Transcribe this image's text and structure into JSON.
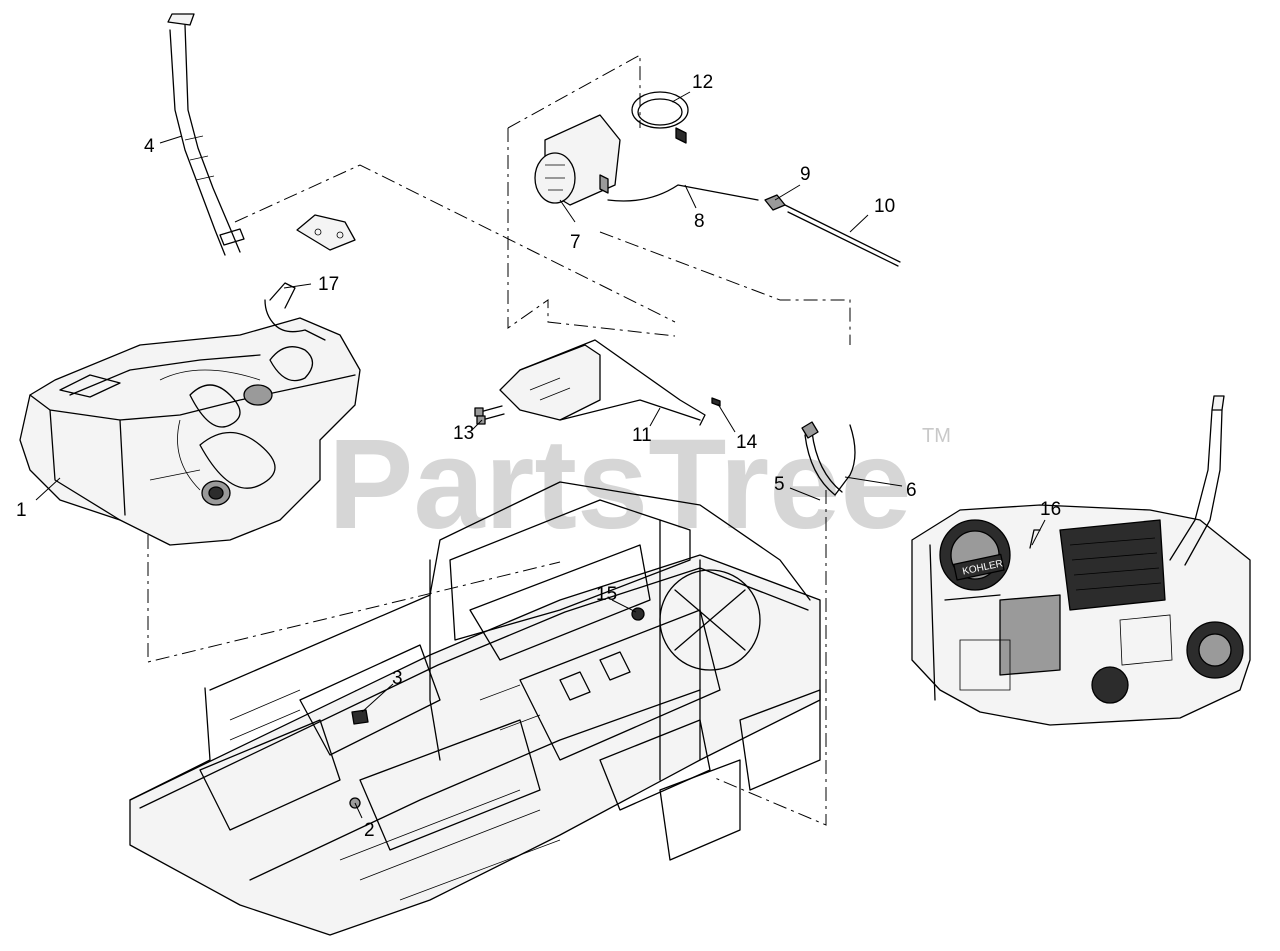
{
  "watermark": {
    "text": "PartsTree",
    "mark": "TM"
  },
  "callouts": [
    {
      "id": "1",
      "label": "1"
    },
    {
      "id": "2",
      "label": "2"
    },
    {
      "id": "3",
      "label": "3"
    },
    {
      "id": "4",
      "label": "4"
    },
    {
      "id": "5",
      "label": "5"
    },
    {
      "id": "6",
      "label": "6"
    },
    {
      "id": "7",
      "label": "7"
    },
    {
      "id": "8",
      "label": "8"
    },
    {
      "id": "9",
      "label": "9"
    },
    {
      "id": "10",
      "label": "10"
    },
    {
      "id": "11",
      "label": "11"
    },
    {
      "id": "12",
      "label": "12"
    },
    {
      "id": "13",
      "label": "13"
    },
    {
      "id": "14",
      "label": "14"
    },
    {
      "id": "15",
      "label": "15"
    },
    {
      "id": "16",
      "label": "16"
    },
    {
      "id": "17",
      "label": "17"
    }
  ],
  "engine_logo": {
    "text": "KOHLER"
  }
}
